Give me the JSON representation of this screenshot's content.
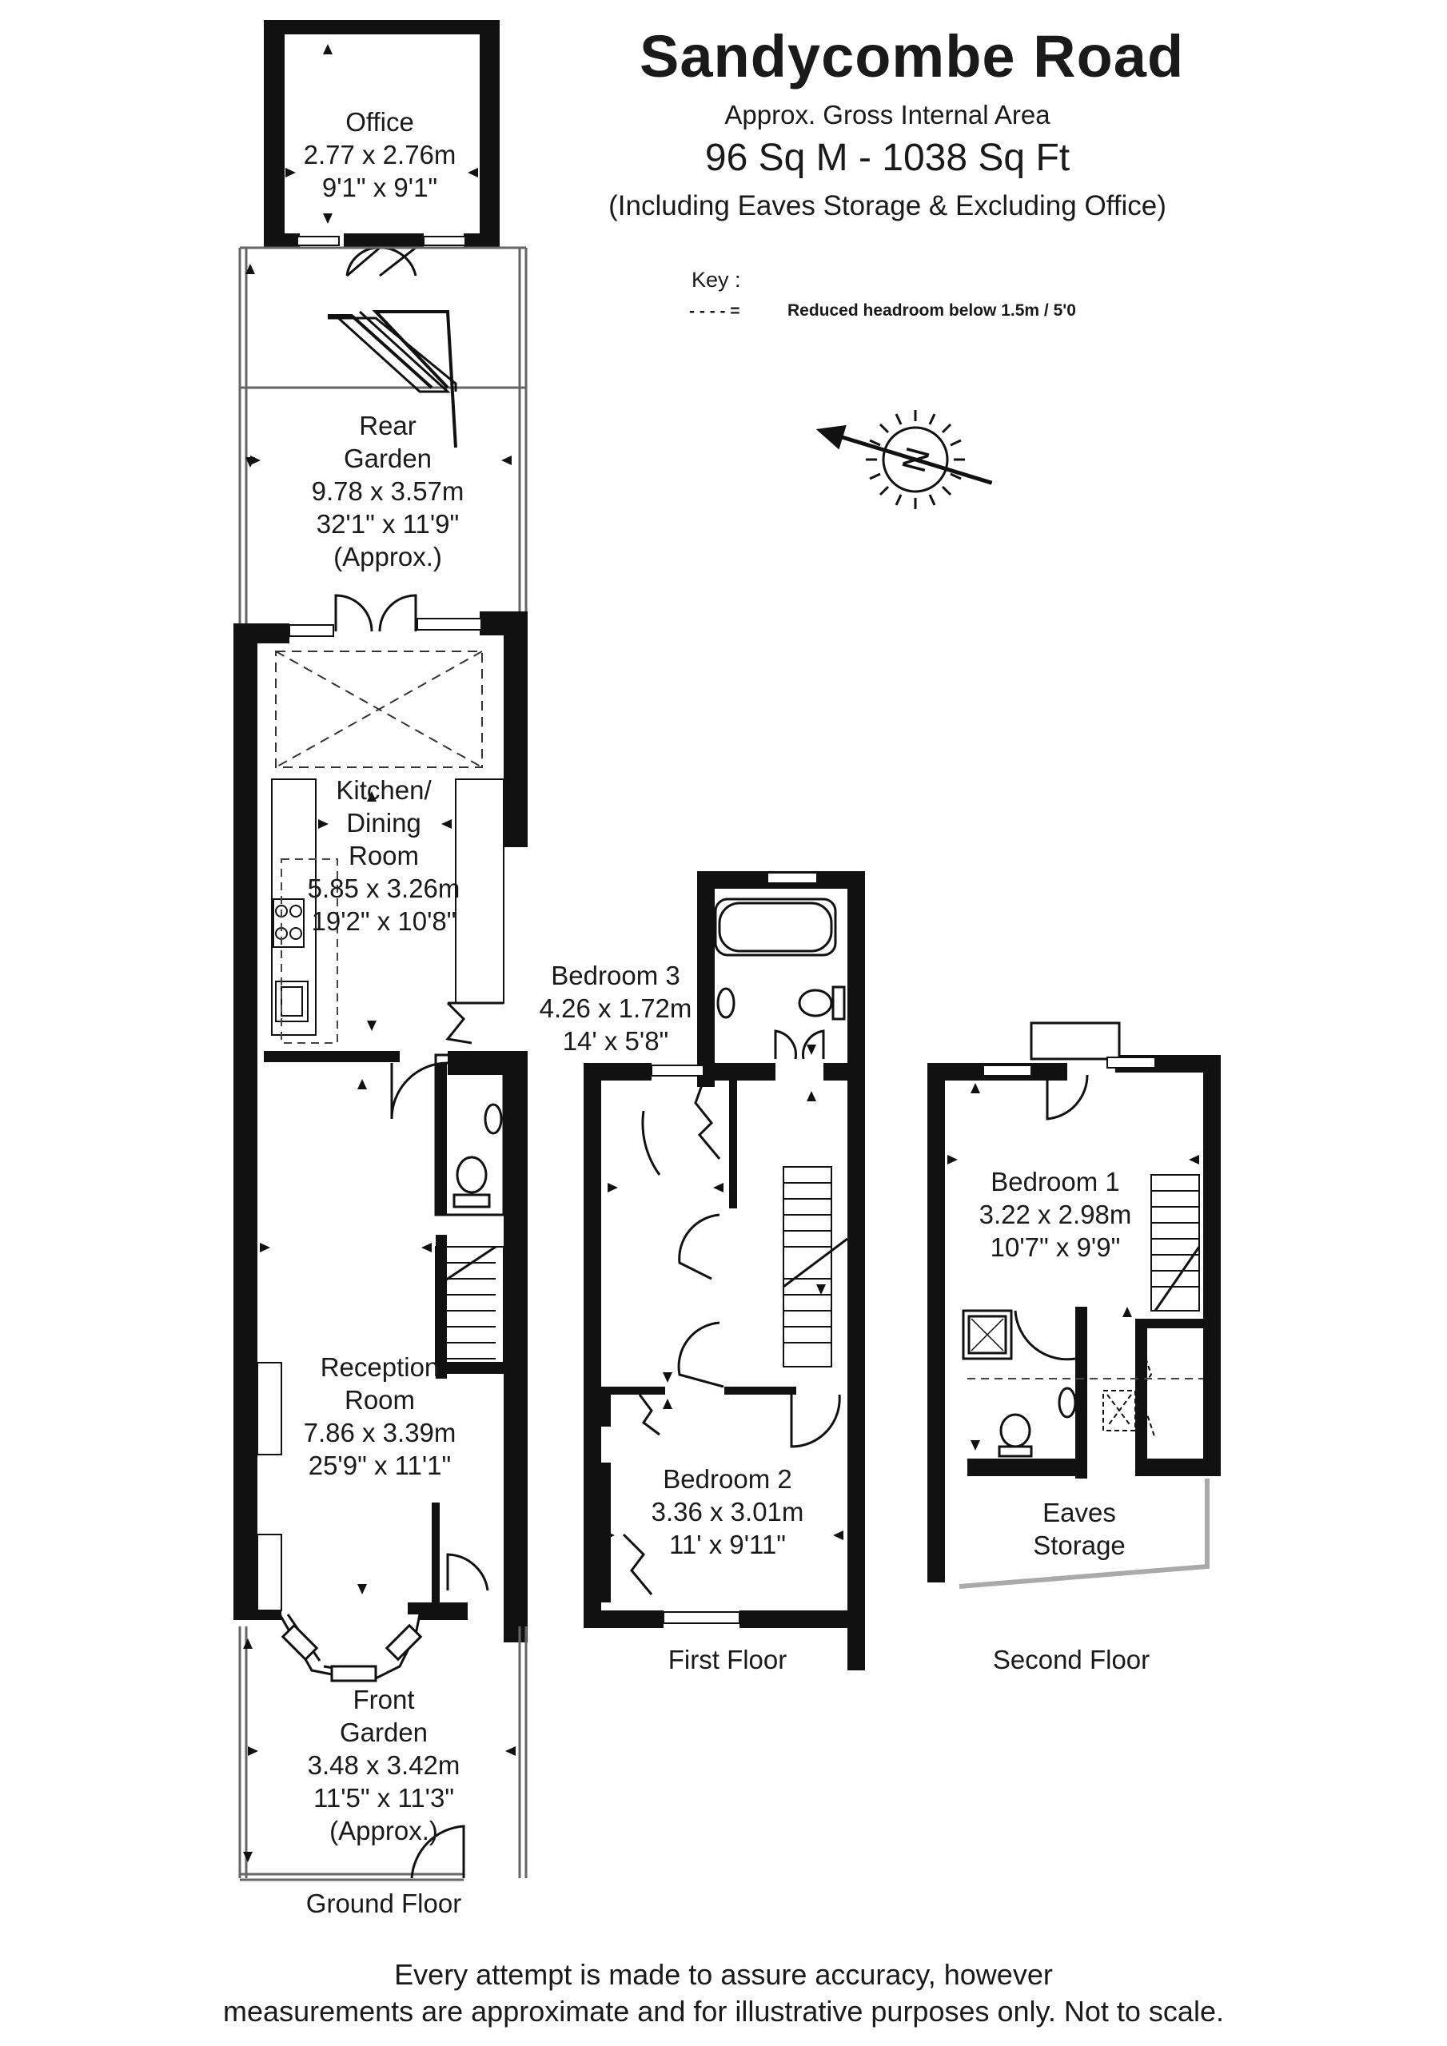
{
  "header": {
    "title": "Sandycombe Road",
    "subtitle": "Approx. Gross Internal Area",
    "area": "96 Sq M  -  1038 Sq Ft",
    "note": "(Including Eaves Storage & Excluding Office)"
  },
  "key": {
    "label": "Key :",
    "symbol": "- - - - =",
    "description": "Reduced  headroom below 1.5m / 5'0"
  },
  "compass": {
    "letter": "N"
  },
  "rooms": [
    {
      "name": "office",
      "lines": [
        "Office",
        "2.77 x 2.76m",
        "9'1\" x 9'1\""
      ]
    },
    {
      "name": "rear-garden",
      "lines": [
        "Rear",
        "Garden",
        "9.78 x 3.57m",
        "32'1\" x 11'9\"",
        "(Approx.)"
      ]
    },
    {
      "name": "kitchen-dining",
      "lines": [
        "Kitchen/",
        "Dining",
        "Room",
        "5.85 x 3.26m",
        "19'2\" x 10'8\""
      ]
    },
    {
      "name": "reception-room",
      "lines": [
        "Reception",
        "Room",
        "7.86 x 3.39m",
        "25'9\" x 11'1\""
      ]
    },
    {
      "name": "front-garden",
      "lines": [
        "Front",
        "Garden",
        "3.48 x 3.42m",
        "11'5\" x 11'3\"",
        "(Approx.)"
      ]
    },
    {
      "name": "bedroom-3",
      "lines": [
        "Bedroom 3",
        "4.26 x 1.72m",
        "14' x 5'8\""
      ]
    },
    {
      "name": "bedroom-2",
      "lines": [
        "Bedroom 2",
        "3.36 x 3.01m",
        "11' x 9'11\""
      ]
    },
    {
      "name": "bedroom-1",
      "lines": [
        "Bedroom 1",
        "3.22 x 2.98m",
        "10'7\" x 9'9\""
      ]
    },
    {
      "name": "eaves-storage",
      "lines": [
        "Eaves",
        "Storage"
      ]
    }
  ],
  "floors": {
    "ground": "Ground Floor",
    "first": "First Floor",
    "second": "Second Floor"
  },
  "footer": {
    "line1": "Every attempt is made to assure accuracy, however",
    "line2": "measurements are approximate and for illustrative purposes only. Not to scale."
  },
  "colors": {
    "wall": "#111111",
    "line": "#222222",
    "boundary": "#999999"
  }
}
